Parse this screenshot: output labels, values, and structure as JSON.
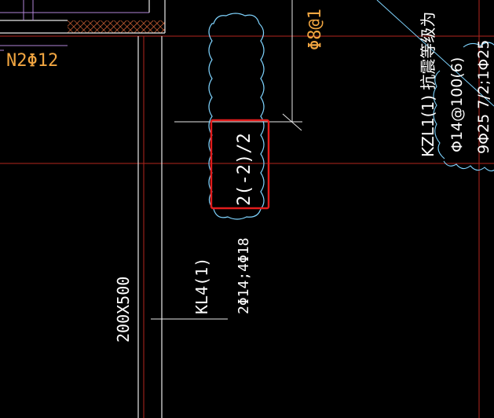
{
  "colors": {
    "background": "#000000",
    "axis_red": "#b3261e",
    "wall_white": "#e8e8e8",
    "dim_gray": "#a0a0a0",
    "text_white": "#ffffff",
    "text_orange": "#f2a641",
    "cloud_cyan": "#7fd4ff",
    "purple": "#b084d6",
    "hatch_orange": "#e26b3a",
    "highlight_red": "#e21c1c"
  },
  "labels": {
    "n2_rebar": "N2Φ12",
    "stirrup_top": "Φ8@1",
    "beam_code": "KL4(1)",
    "beam_rebar": "2Φ14;4Φ18",
    "highlighted_note": "2(-2)/2",
    "beam_section": "200X500",
    "column_line1": "KZL1(1) 抗震等级为",
    "column_line2": "Φ14@100(6)",
    "column_line3": "9Φ25 7/2;1Φ25"
  }
}
